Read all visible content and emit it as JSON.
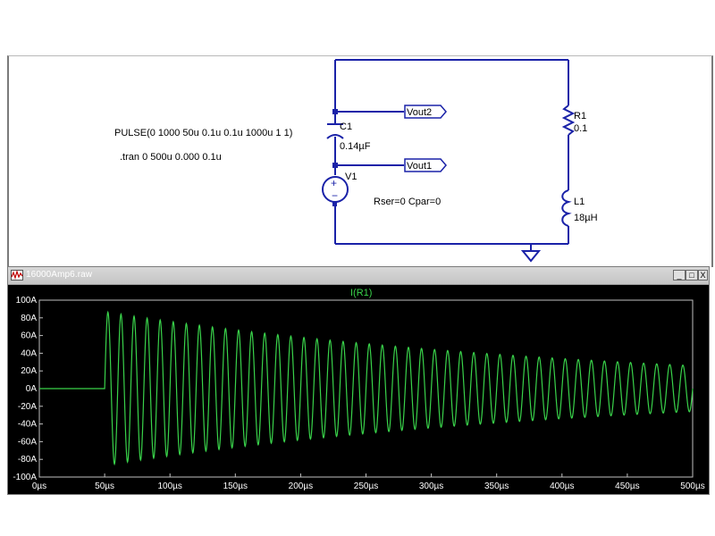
{
  "schematic": {
    "pulse_directive": "PULSE(0 1000 50u 0.1u 0.1u 1000u 1 1)",
    "tran_directive": ".tran 0 500u 0.000 0.1u",
    "c1_name": "C1",
    "c1_value": "0.14µF",
    "v1_name": "V1",
    "r1_name": "R1",
    "r1_value": "0.1",
    "l1_name": "L1",
    "l1_value": "18µH",
    "l1_params": "Rser=0 Cpar=0",
    "label_vout2": "Vout2",
    "label_vout1": "Vout1",
    "wire_color": "#1a22a8"
  },
  "plot_window": {
    "title": "16000Amp6.raw",
    "minimize_label": "_",
    "restore_label": "□",
    "close_label": "X",
    "background": "#000000",
    "trace_color": "#39d24a"
  },
  "chart_data": {
    "type": "line",
    "title": "",
    "trace_label": "I(R1)",
    "xlabel": "",
    "ylabel": "",
    "xlim": [
      0,
      500
    ],
    "ylim": [
      -100,
      100
    ],
    "x_ticks": [
      "0µs",
      "50µs",
      "100µs",
      "150µs",
      "200µs",
      "250µs",
      "300µs",
      "350µs",
      "400µs",
      "450µs",
      "500µs"
    ],
    "y_ticks": [
      "100A",
      "80A",
      "60A",
      "40A",
      "20A",
      "0A",
      "-20A",
      "-40A",
      "-60A",
      "-80A",
      "-100A"
    ],
    "series": [
      {
        "signal": {
          "start_us": 50,
          "initial_amplitude_A": 87,
          "amplitude_at_500us_A": 26,
          "period_us": 10.0,
          "flat_value_A": 0
        }
      }
    ],
    "grid": false
  }
}
